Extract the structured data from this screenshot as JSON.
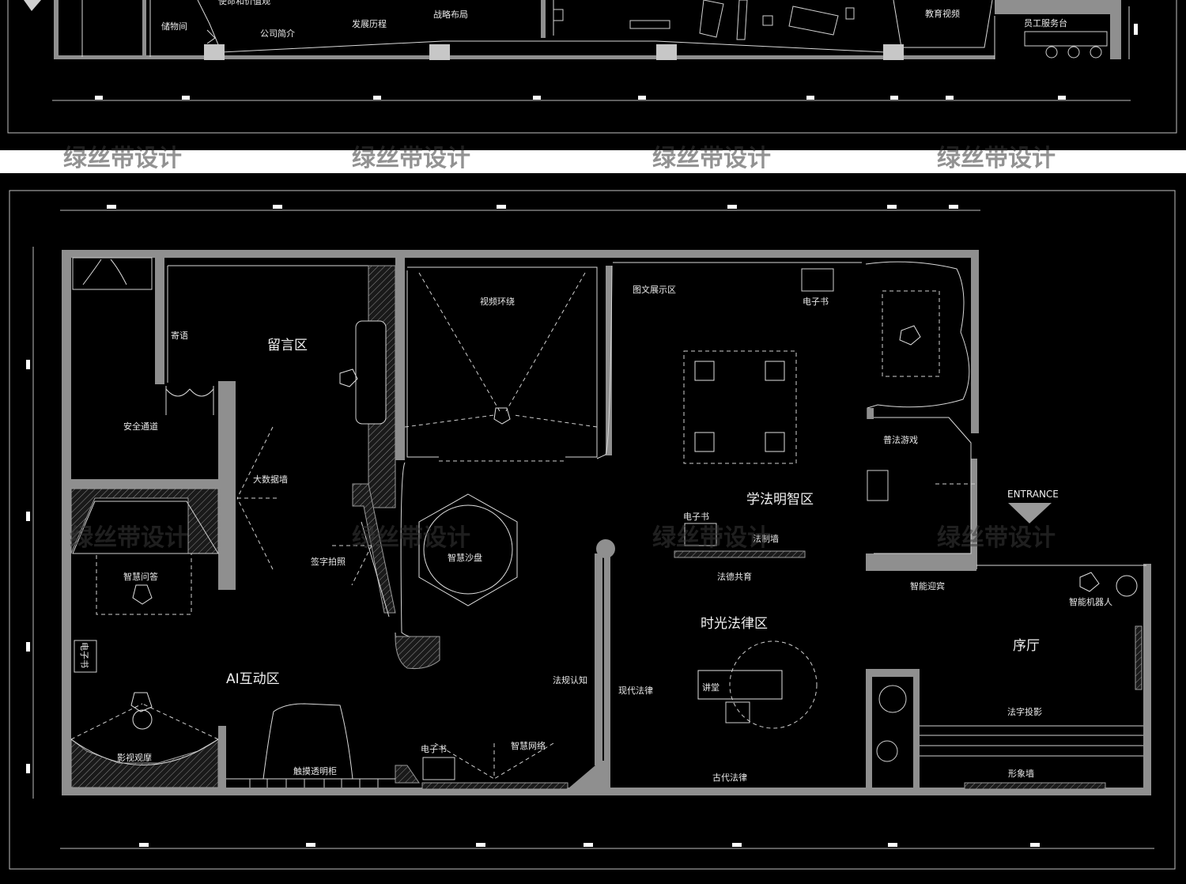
{
  "top_plan": {
    "labels": {
      "storage": "储物间",
      "mission": "使命和价值观",
      "company_intro": "公司简介",
      "history": "发展历程",
      "strategy": "战略布局",
      "edu_video": "教育视频",
      "staff_desk": "员工服务台"
    }
  },
  "main_plan": {
    "zones": {
      "ai_zone": "AI互动区",
      "message_zone": "留言区",
      "law_wisdom_zone": "学法明智区",
      "time_law_zone": "时光法律区",
      "lobby": "序厅"
    },
    "labels": {
      "message_words": "寄语",
      "safety_exit": "安全通道",
      "big_data_wall": "大数据墙",
      "smart_qa": "智慧问答",
      "ebook_left": "电子书",
      "movie_view": "影视观摩",
      "touch_cabinet": "触摸透明柜",
      "sign_photo": "签字拍照",
      "video_surround": "视频环绕",
      "smart_sandtable": "智慧沙盘",
      "ebook_bottom": "电子书",
      "smart_network": "智慧网络",
      "law_cognition": "法规认知",
      "graphic_display": "图文展示区",
      "ebook_top": "电子书",
      "ebook_mid": "电子书",
      "law_wall": "法制墙",
      "morality": "法德共育",
      "modern_law": "现代法律",
      "lecture": "讲堂",
      "ancient_law": "古代法律",
      "law_game": "普法游戏",
      "entrance": "ENTRANCE",
      "smart_welcome": "智能迎宾",
      "smart_robot": "智能机器人",
      "law_projection": "法字投影",
      "image_wall": "形象墙"
    }
  },
  "watermark": {
    "text": "绿丝带设计"
  }
}
